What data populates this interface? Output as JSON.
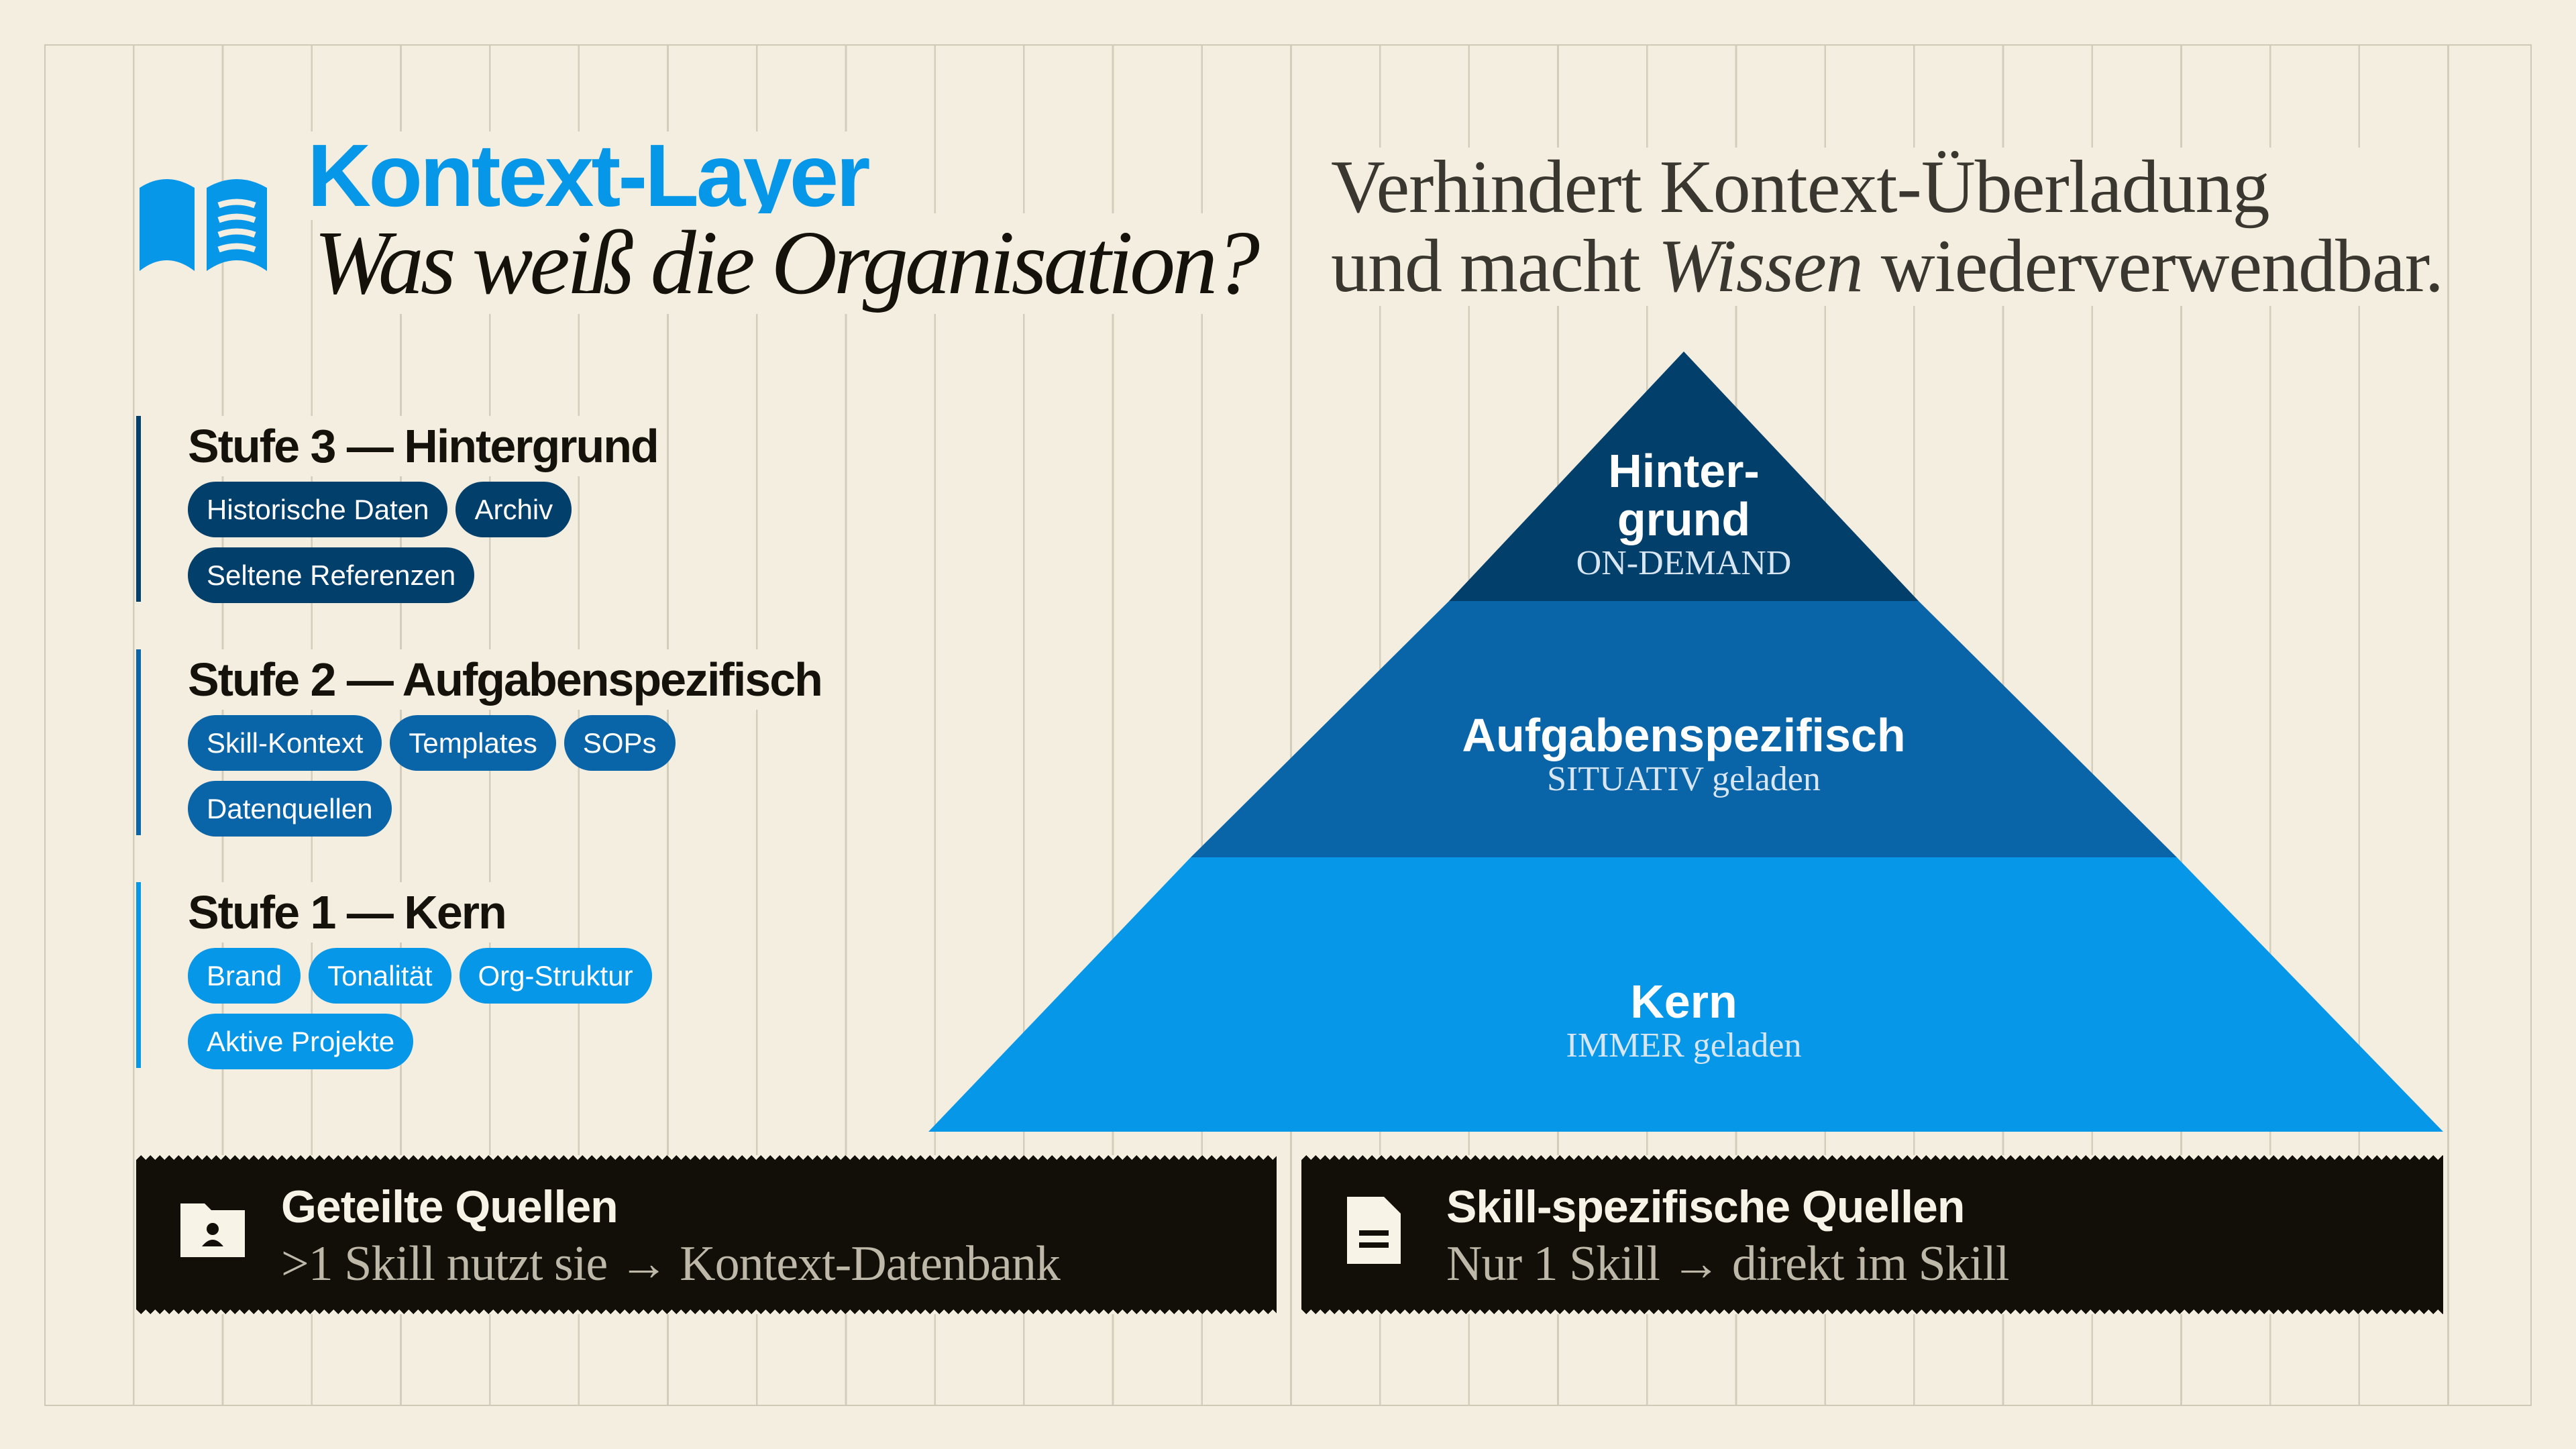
{
  "header": {
    "title": "Kontext-Layer",
    "subtitle": "Was weiß die Organisation?",
    "icon": "open-book-icon"
  },
  "tagline": {
    "line1": "Verhindert Kontext-Überladung",
    "line2_a": "und macht ",
    "line2_em": "Wissen",
    "line2_b": " wiederverwendbar."
  },
  "stages": [
    {
      "title": "Stufe 3 — Hintergrund",
      "chips": [
        "Historische Daten",
        "Archiv",
        "Seltene Referenzen"
      ],
      "color": "#023f6b"
    },
    {
      "title": "Stufe 2 — Aufgabenspezifisch",
      "chips": [
        "Skill-Kontext",
        "Templates",
        "SOPs",
        "Datenquellen"
      ],
      "color": "#0a64a8"
    },
    {
      "title": "Stufe 1 — Kern",
      "chips": [
        "Brand",
        "Tonalität",
        "Org-Struktur",
        "Aktive Projekte"
      ],
      "color": "#0797e8"
    }
  ],
  "pyramid": {
    "top": {
      "title_line1": "Hinter-",
      "title_line2": "grund",
      "sub": "ON-DEMAND"
    },
    "middle": {
      "title": "Aufgabenspezifisch",
      "sub": "SITUATIV geladen"
    },
    "bottom": {
      "title": "Kern",
      "sub": "IMMER geladen"
    }
  },
  "sources": [
    {
      "title": "Geteilte Quellen",
      "sub": ">1 Skill nutzt sie → Kontext-Datenbank",
      "icon": "shared-folder-icon"
    },
    {
      "title": "Skill-spezifische Quellen",
      "sub": "Nur 1 Skill → direkt im Skill",
      "icon": "document-icon"
    }
  ]
}
